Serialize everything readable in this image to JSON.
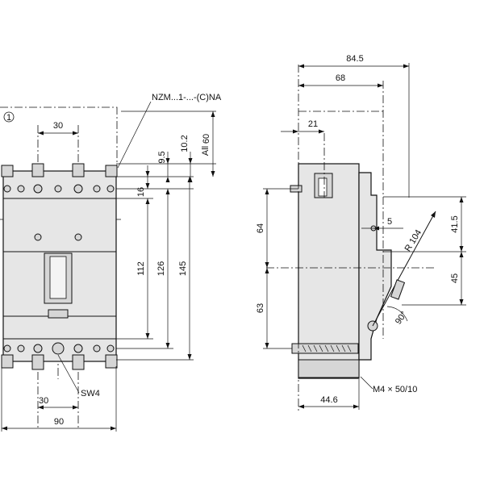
{
  "front_view": {
    "dim_30_top": "30",
    "dim_30_bottom": "30",
    "dim_90": "90",
    "dim_112": "112",
    "dim_126": "126",
    "dim_145": "145",
    "dim_16": "16",
    "dim_9_5": "9.5",
    "dim_10_2": "10.2",
    "dim_60": "60",
    "dim_60_sub": "All",
    "marker": "1",
    "label_nzm": "NZM...1-...-(C)NA",
    "label_sw4": "SW4"
  },
  "side_view": {
    "dim_84_5": "84.5",
    "dim_68": "68",
    "dim_21": "21",
    "dim_64": "64",
    "dim_63": "63",
    "dim_44_6": "44.6",
    "dim_41_5": "41.5",
    "dim_45": "45",
    "dim_5": "5",
    "dim_r104": "R 104",
    "dim_angle": "90°",
    "label_m4": "M4 × 50/10"
  }
}
